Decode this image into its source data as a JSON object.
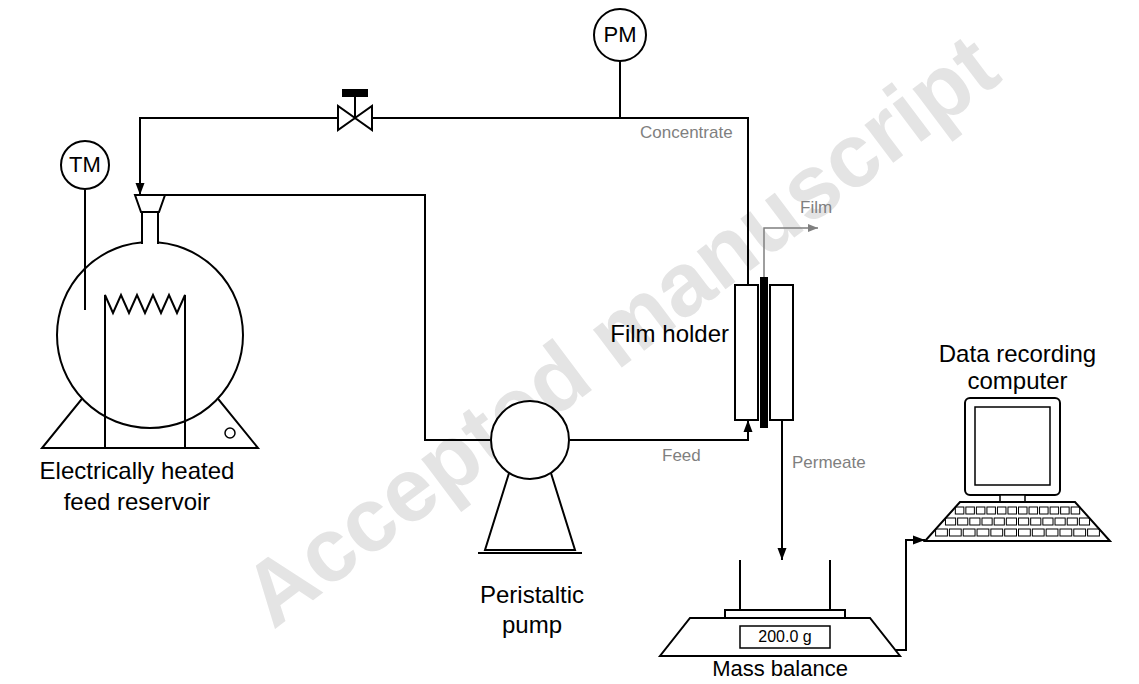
{
  "diagram": {
    "nodes": [
      {
        "text": [
          "PM"
        ]
      },
      {
        "text": [
          "TM"
        ]
      },
      {
        "text": [
          "Electrically heated feed reservoir"
        ]
      },
      {
        "text": [
          "Peristaltic pump"
        ]
      },
      {
        "text": [
          "Film holder"
        ]
      },
      {
        "text": [
          "200.0 g",
          "Mass balance"
        ]
      },
      {
        "text": [
          "Data recording computer"
        ]
      }
    ],
    "edges": [
      {
        "from": 2,
        "to": 3,
        "arrow": "none"
      },
      {
        "from": 3,
        "to": 4,
        "label": "Feed",
        "arrow": "to"
      },
      {
        "from": 4,
        "to": 2,
        "label": "Concentrate",
        "arrow": "to"
      },
      {
        "from": 4,
        "to": 5,
        "label": "Permeate",
        "arrow": "to"
      },
      {
        "from": 5,
        "to": 6,
        "arrow": "to"
      }
    ],
    "labels": [
      "Film",
      "Accepted manuscript"
    ]
  }
}
